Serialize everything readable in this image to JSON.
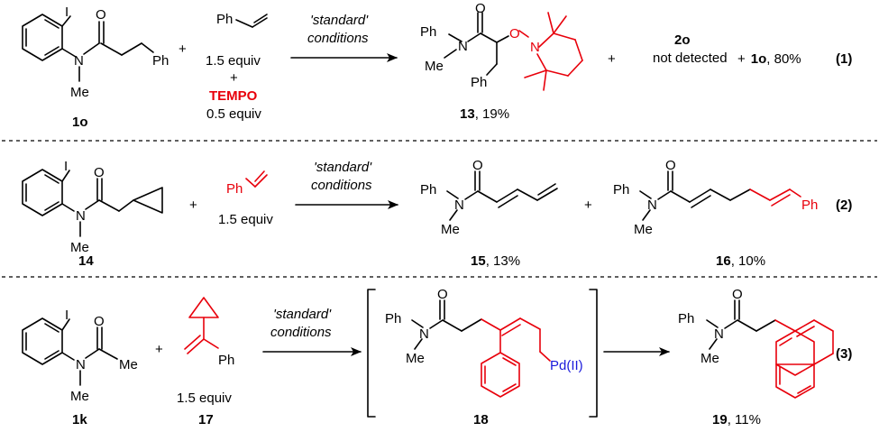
{
  "common": {
    "standard": "'standard'",
    "conditions": "conditions",
    "equiv": "1.5 equiv",
    "plus": "+"
  },
  "atoms": {
    "I": "I",
    "N": "N",
    "O": "O",
    "Me": "Me",
    "Ph": "Ph",
    "Pd": "Pd(II)"
  },
  "eq1": {
    "substrate_label": "1o",
    "alkene_equiv": "1.5 equiv",
    "tempo": "TEMPO",
    "tempo_equiv": "0.5 equiv",
    "product_label": "13",
    "product_yield": ", 19%",
    "side1_label": "2o",
    "side1_note": "not detected",
    "side2_label": "1o",
    "side2_yield": ", 80%",
    "eq_number": "(1)"
  },
  "eq2": {
    "substrate_label": "14",
    "product1_label": "15",
    "product1_yield": ", 13%",
    "product2_label": "16",
    "product2_yield": ", 10%",
    "eq_number": "(2)"
  },
  "eq3": {
    "substrate_label": "1k",
    "alkene_label": "17",
    "intermediate_label": "18",
    "product_label": "19",
    "product_yield": ", 11%",
    "eq_number": "(3)"
  },
  "colors": {
    "highlight": "#e8000b",
    "metal": "#1a1adb",
    "bond": "#000000"
  }
}
